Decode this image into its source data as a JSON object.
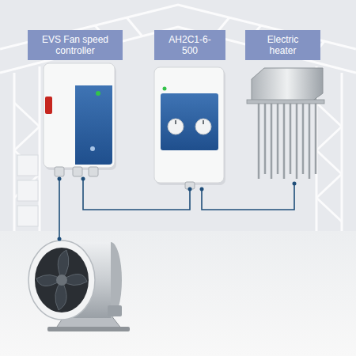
{
  "diagram": {
    "nodes": [
      {
        "text": [
          "EVS Fan speed controller"
        ]
      },
      {
        "text": [
          "AH2C1-6-500"
        ]
      },
      {
        "text": [
          "Electric heater"
        ]
      }
    ],
    "edges": [
      {
        "from": 0,
        "to": 1,
        "arrow": "none"
      },
      {
        "from": 1,
        "to": 2,
        "arrow": "none"
      }
    ]
  }
}
